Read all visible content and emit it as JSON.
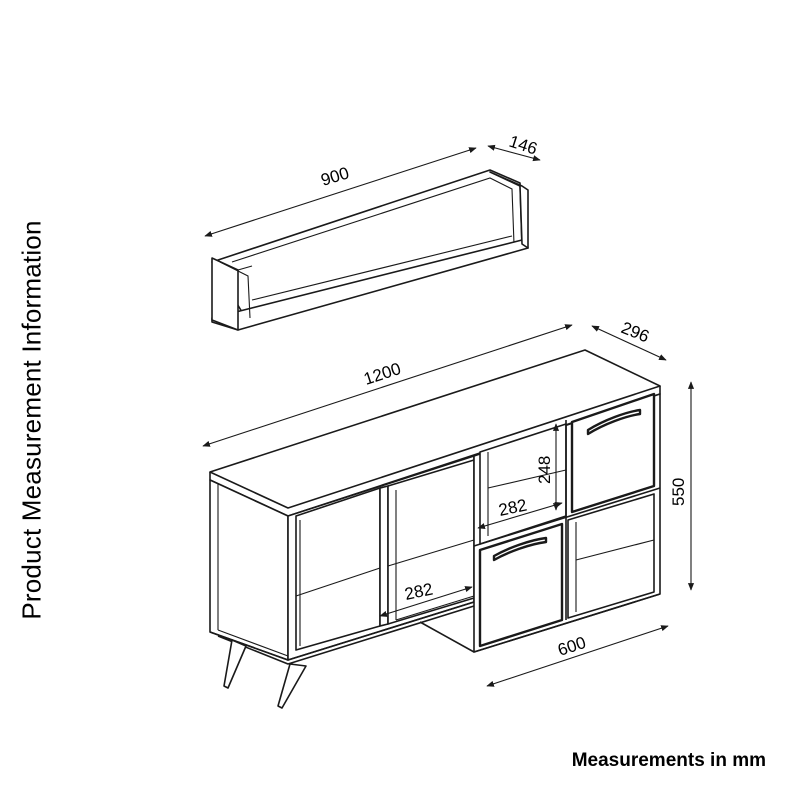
{
  "title": "Product Measurement Information",
  "units_note": "Measurements in mm",
  "dimensions": {
    "shelf_width": "900",
    "shelf_depth": "146",
    "cabinet_width": "1200",
    "cabinet_depth": "296",
    "cabinet_height": "550",
    "cubby_height": "248",
    "cubby_depth_upper": "282",
    "cubby_depth_lower": "282",
    "lower_section_width": "600"
  },
  "colors": {
    "line": "#1a1a1a",
    "background": "#ffffff"
  }
}
